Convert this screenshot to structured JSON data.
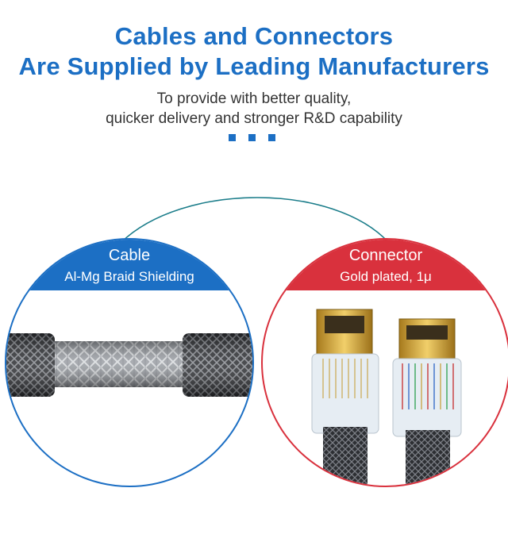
{
  "header": {
    "title_line1": "Cables and Connectors",
    "title_line2": "Are Supplied by Leading Manufacturers",
    "subtitle_line1": "To provide with better quality,",
    "subtitle_line2": "quicker delivery and stronger R&D capability"
  },
  "colors": {
    "brand_blue": "#1c6fc4",
    "accent_red": "#d9313d",
    "arc_teal": "#1b7d8a"
  },
  "cable_panel": {
    "title": "Cable",
    "subtitle": "Al-Mg Braid Shielding"
  },
  "connector_panel": {
    "title": "Connector",
    "subtitle": "Gold plated, 1μ"
  }
}
